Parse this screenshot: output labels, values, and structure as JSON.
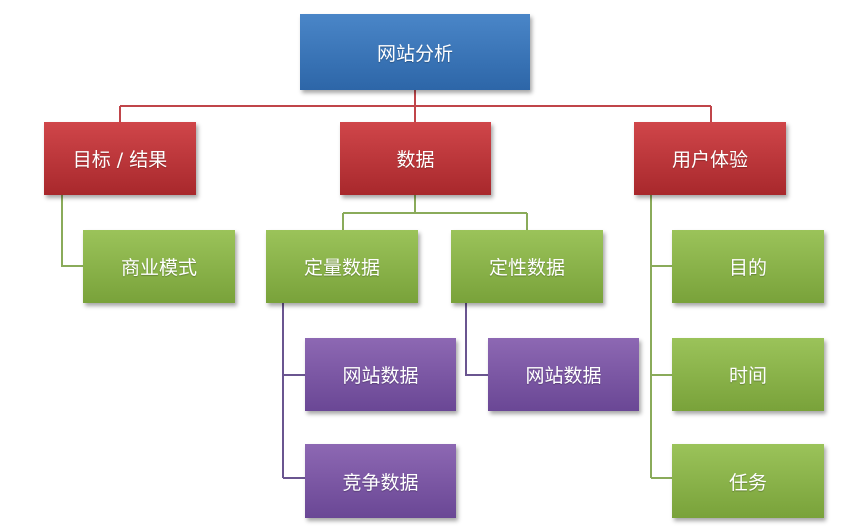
{
  "root": "网站分析",
  "level1": [
    "目标 / 结果",
    "数据",
    "用户体验"
  ],
  "goal_children": [
    "商业模式"
  ],
  "data_children": [
    "定量数据",
    "定性数据"
  ],
  "quant_children": [
    "网站数据",
    "竞争数据"
  ],
  "qual_children": [
    "网站数据"
  ],
  "ux_children": [
    "目的",
    "时间",
    "任务"
  ],
  "colors": {
    "root": "#3a76b8",
    "level1": "#bc3539",
    "green": "#8ab34a",
    "purple": "#7b57a4"
  }
}
